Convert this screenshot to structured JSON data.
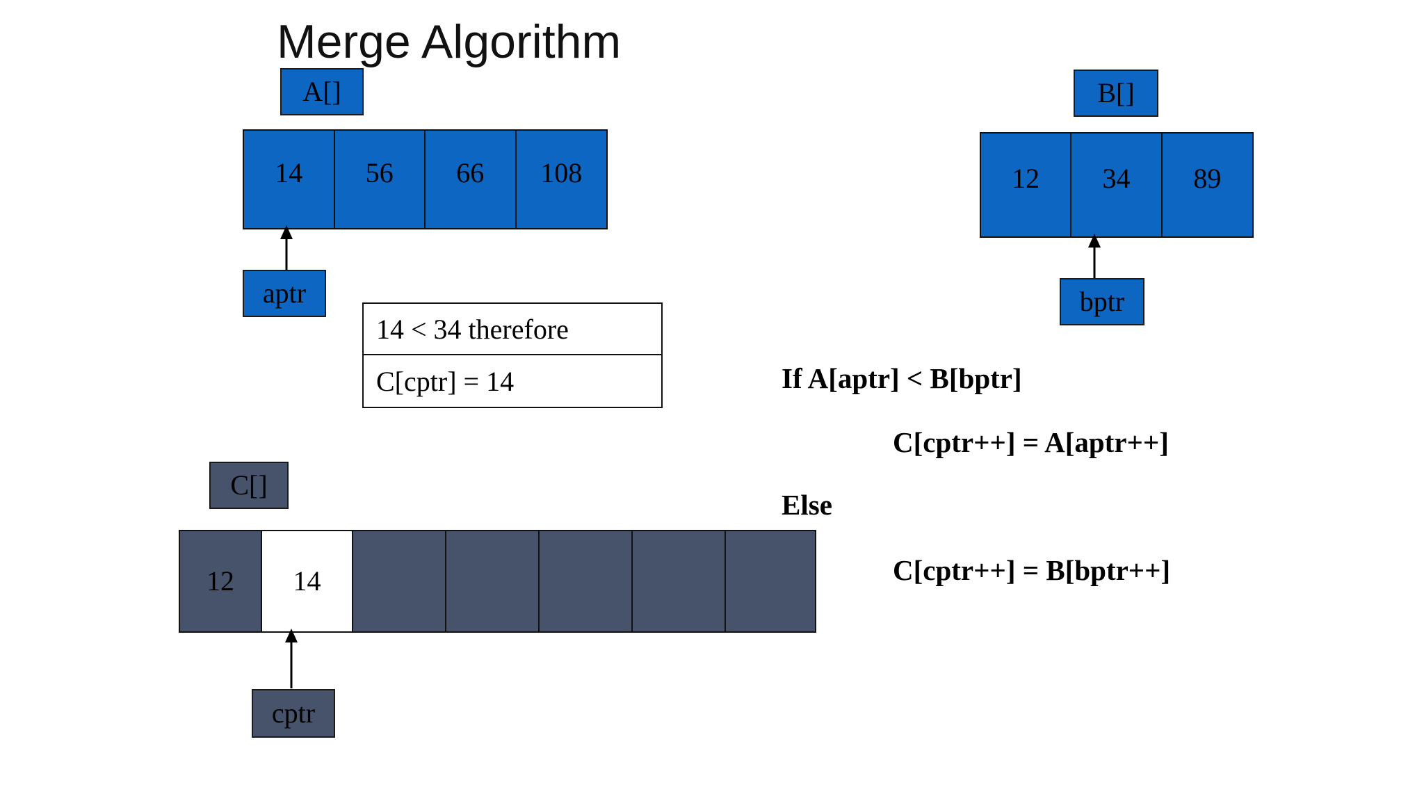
{
  "slide": {
    "title": "Merge Algorithm",
    "background_color": "#FFFFFF"
  },
  "colors": {
    "array_blue": "#0C66C2",
    "array_slate": "#46536B",
    "highlight_white": "#FFFFFF",
    "border_black": "#111111",
    "text_black": "#000000"
  },
  "arrays": {
    "a": {
      "label": "A[]",
      "fill_color": "#0C66C2",
      "values": [
        "14",
        "56",
        "66",
        "108"
      ],
      "pointer": {
        "name": "aptr",
        "label": "aptr",
        "index": 0
      }
    },
    "b": {
      "label": "B[]",
      "fill_color": "#0C66C2",
      "values": [
        "12",
        "34",
        "89"
      ],
      "pointer": {
        "name": "bptr",
        "label": "bptr",
        "index": 1
      }
    },
    "c": {
      "label": "C[]",
      "fill_color": "#46536B",
      "cells": [
        {
          "value": "12",
          "state": "filled"
        },
        {
          "value": "14",
          "state": "highlighted"
        },
        {
          "value": "",
          "state": "empty"
        },
        {
          "value": "",
          "state": "empty"
        },
        {
          "value": "",
          "state": "empty"
        },
        {
          "value": "",
          "state": "empty"
        },
        {
          "value": "",
          "state": "empty"
        }
      ],
      "pointer": {
        "name": "cptr",
        "label": "cptr",
        "index": 1
      }
    }
  },
  "comparison": {
    "line1": "14 < 34 therefore",
    "line2": "C[cptr] = 14"
  },
  "pseudocode": {
    "if_line": "If A[aptr] < B[bptr]",
    "then_line": "C[cptr++] = A[aptr++]",
    "else_line": "Else",
    "else_body_line": "C[cptr++] = B[bptr++]"
  }
}
